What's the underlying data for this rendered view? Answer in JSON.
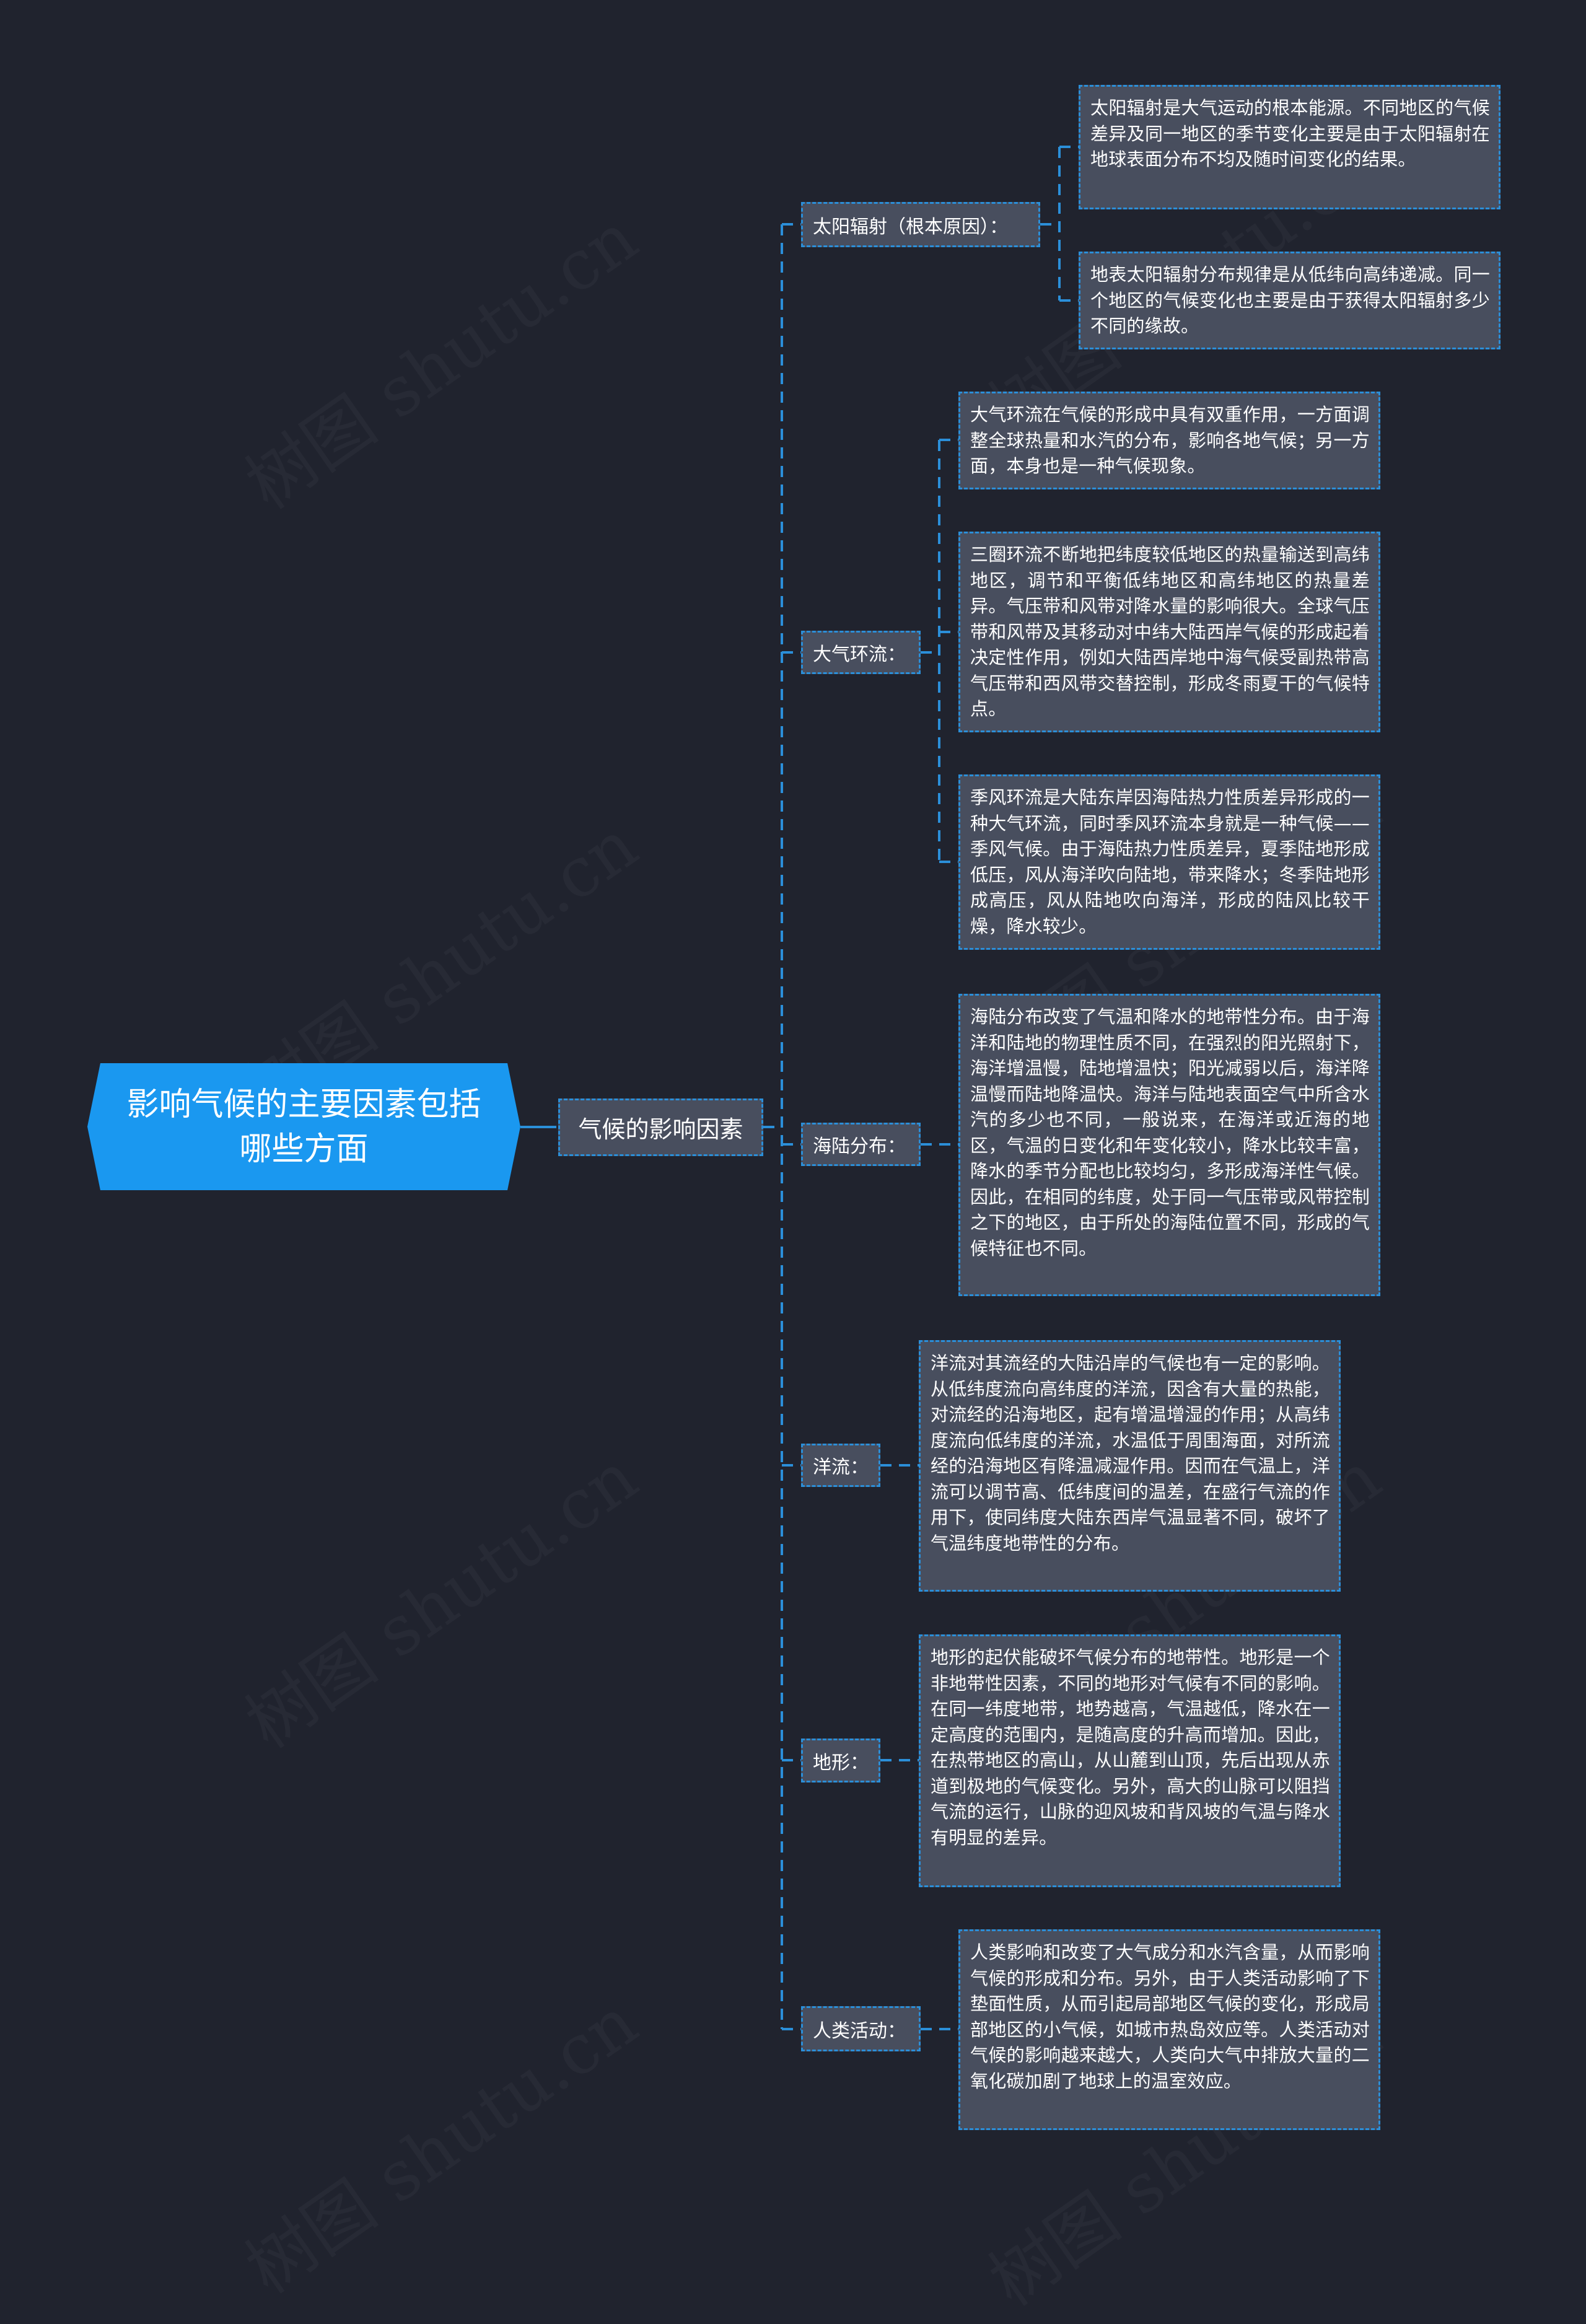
{
  "watermark": "树图 shutu.cn",
  "colors": {
    "background": "#20232e",
    "root_fill": "#1a98f0",
    "node_fill": "#484e5e",
    "connector": "#2b8fd9",
    "text": "#ffffff"
  },
  "root": {
    "title": "影响气候的主要因素包括哪些方面"
  },
  "level1": {
    "label": "气候的影响因素"
  },
  "branches": [
    {
      "label": "太阳辐射（根本原因）：",
      "details": [
        "太阳辐射是大气运动的根本能源。不同地区的气候差异及同一地区的季节变化主要是由于太阳辐射在地球表面分布不均及随时间变化的结果。",
        "地表太阳辐射分布规律是从低纬向高纬递减。同一个地区的气候变化也主要是由于获得太阳辐射多少不同的缘故。"
      ]
    },
    {
      "label": "大气环流：",
      "details": [
        "大气环流在气候的形成中具有双重作用，一方面调整全球热量和水汽的分布，影响各地气候；另一方面，本身也是一种气候现象。",
        "三圈环流不断地把纬度较低地区的热量输送到高纬地区，调节和平衡低纬地区和高纬地区的热量差异。气压带和风带对降水量的影响很大。全球气压带和风带及其移动对中纬大陆西岸气候的形成起着决定性作用，例如大陆西岸地中海气候受副热带高气压带和西风带交替控制，形成冬雨夏干的气候特点。",
        "季风环流是大陆东岸因海陆热力性质差异形成的一种大气环流，同时季风环流本身就是一种气候——季风气候。由于海陆热力性质差异，夏季陆地形成低压，风从海洋吹向陆地，带来降水；冬季陆地形成高压，风从陆地吹向海洋，形成的陆风比较干燥，降水较少。"
      ]
    },
    {
      "label": "海陆分布：",
      "details": [
        "海陆分布改变了气温和降水的地带性分布。由于海洋和陆地的物理性质不同，在强烈的阳光照射下，海洋增温慢，陆地增温快；阳光减弱以后，海洋降温慢而陆地降温快。海洋与陆地表面空气中所含水汽的多少也不同，一般说来，在海洋或近海的地区，气温的日变化和年变化较小，降水比较丰富，降水的季节分配也比较均匀，多形成海洋性气候。因此，在相同的纬度，处于同一气压带或风带控制之下的地区，由于所处的海陆位置不同，形成的气候特征也不同。"
      ]
    },
    {
      "label": "洋流：",
      "details": [
        "洋流对其流经的大陆沿岸的气候也有一定的影响。从低纬度流向高纬度的洋流，因含有大量的热能，对流经的沿海地区，起有增温增湿的作用；从高纬度流向低纬度的洋流，水温低于周围海面，对所流经的沿海地区有降温减湿作用。因而在气温上，洋流可以调节高、低纬度间的温差，在盛行气流的作用下，使同纬度大陆东西岸气温显著不同，破坏了气温纬度地带性的分布。"
      ]
    },
    {
      "label": "地形：",
      "details": [
        "地形的起伏能破坏气候分布的地带性。地形是一个非地带性因素，不同的地形对气候有不同的影响。在同一纬度地带，地势越高，气温越低，降水在一定高度的范围内，是随高度的升高而增加。因此，在热带地区的高山，从山麓到山顶，先后出现从赤道到极地的气候变化。另外，高大的山脉可以阻挡气流的运行，山脉的迎风坡和背风坡的气温与降水有明显的差异。"
      ]
    },
    {
      "label": "人类活动：",
      "details": [
        "人类影响和改变了大气成分和水汽含量，从而影响气候的形成和分布。另外，由于人类活动影响了下垫面性质，从而引起局部地区气候的变化，形成局部地区的小气候，如城市热岛效应等。人类活动对气候的影响越来越大，人类向大气中排放大量的二氧化碳加剧了地球上的温室效应。"
      ]
    }
  ]
}
